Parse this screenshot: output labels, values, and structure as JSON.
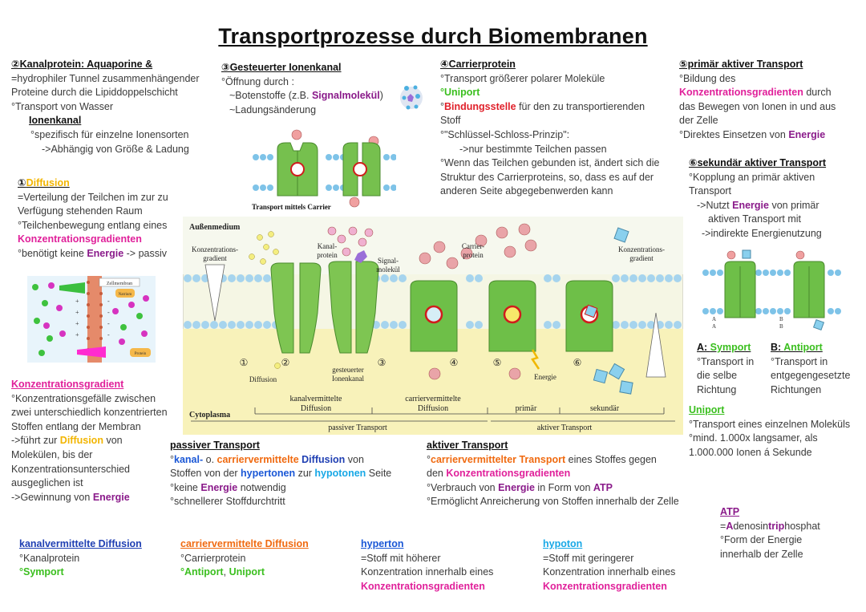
{
  "title": "Transportprozesse durch Biomembranen",
  "kanal": {
    "heading": "②Kanalprotein: Aquaporine &",
    "l1": "=hydrophiler Tunnel zusammenhängender",
    "l2": "Proteine durch die Lipiddoppelschicht",
    "l3": "°Transport von Wasser",
    "sub_heading": "Ionenkanal",
    "s1": "°spezifisch für einzelne Ionensorten",
    "s2": "->Abhängig von Größe & Ladung"
  },
  "ionenkanal": {
    "heading": "③Gesteuerter Ionenkanal",
    "l1": "°Öffnung durch :",
    "l2a": "~Botenstoffe (z.B. ",
    "l2b": "Signalmolekül",
    "l2c": ")",
    "l3": "~Ladungsänderung"
  },
  "carrier": {
    "heading": "④Carrierprotein",
    "l1": "°Transport größerer polarer Moleküle",
    "l2": "°Uniport",
    "l3a": "°",
    "l3b": "Bindungsstelle",
    "l3c": " für den zu transportierenden",
    "l4": "Stoff",
    "l5": "°\"Schlüssel-Schloss-Prinzip\":",
    "l6": "->nur bestimmte Teilchen passen",
    "l7": "°Wenn das Teilchen  gebunden ist, ändert sich die",
    "l8": "Struktur des Carrierproteins, so, dass es auf der",
    "l9": "anderen Seite abgegebenwerden kann"
  },
  "primaer": {
    "heading": "⑤primär aktiver Transport",
    "l1": "°Bildung des",
    "l2a": "Konzentrationsgradienten",
    "l2b": " durch",
    "l3": "das Bewegen von Ionen in und aus",
    "l4": "der Zelle",
    "l5a": "°Direktes Einsetzen von ",
    "l5b": "Energie"
  },
  "sekundaer": {
    "heading": "⑥sekundär aktiver Transport",
    "l1": "°Kopplung an primär aktiven",
    "l2": "Transport",
    "l3a": "->Nutzt ",
    "l3b": "Energie",
    "l3c": " von primär",
    "l4": "aktiven Transport mit",
    "l5": "->indirekte Energienutzung"
  },
  "diffusion": {
    "heading_num": "①",
    "heading": "Diffusion",
    "l1": "=Verteilung der Teilchen im zur zu",
    "l2": "Verfügung stehenden Raum",
    "l3": "°Teilchenbewegung entlang eines",
    "l4": "Konzentrationsgradienten",
    "l5a": "°benötigt keine ",
    "l5b": "Energie",
    "l5c": " -> passiv"
  },
  "small_diagram": {
    "caption": "Transport mittels Carrier",
    "zellmembran": "Zellmembran",
    "natrium": "Natrium",
    "protein": "Protein"
  },
  "main_diagram": {
    "aussenmedium": "Außenmedium",
    "cytoplasma": "Cytoplasma",
    "konz_left": [
      "Konzentrations-",
      "gradient"
    ],
    "konz_right": [
      "Konzentrations-",
      "gradient"
    ],
    "kanalprotein": [
      "Kanal-",
      "protein"
    ],
    "signal": [
      "Signal-",
      "molekül"
    ],
    "carrierprotein": [
      "Carrier-",
      "protein"
    ],
    "diffusion": "Diffusion",
    "gesteuerter": [
      "gesteuerter",
      "Ionenkanal"
    ],
    "energie": "Energie",
    "nums": [
      "①",
      "②",
      "③",
      "④",
      "⑤",
      "⑥"
    ],
    "kanalverm": [
      "kanalvermittelte",
      "Diffusion"
    ],
    "carrierverm": [
      "carriervermittelte",
      "Diffusion"
    ],
    "primaer": "primär",
    "sekundaer": "sekundär",
    "passiv": "passiver Transport",
    "aktiv": "aktiver Transport"
  },
  "sym_anti": {
    "labels_a": [
      "A",
      "A"
    ],
    "labels_b": [
      "B",
      "B"
    ],
    "sym_h1": "A: ",
    "sym_h2": "Symport",
    "sym_l1": "°Transport in",
    "sym_l2": "die selbe",
    "sym_l3": "Richtung",
    "anti_h1": "B: ",
    "anti_h2": "Antiport",
    "anti_l1": "°Transport in",
    "anti_l2": "entgegengesetzte",
    "anti_l3": "Richtungen"
  },
  "uniport": {
    "heading": "Uniport",
    "l1": "°Transport eines einzelnen Moleküls",
    "l2": "°mind. 1.000x langsamer, als",
    "l3": "1.000.000 Ionen á Sekunde"
  },
  "konz": {
    "heading": "Konzentrationsgradient",
    "l1": "°Konzentrationsgefälle zwischen",
    "l2": "zwei unterschiedlich konzentrierten",
    "l3": "Stoffen entlang der Membran",
    "l4a": "->führt zur ",
    "l4b": "Diffusion",
    "l4c": " von",
    "l5": "Molekülen, bis der",
    "l6": "Konzentrationsunterschied",
    "l7": "ausgeglichen ist",
    "l8a": "->Gewinnung von ",
    "l8b": "Energie"
  },
  "passiv": {
    "heading": "passiver Transport",
    "l1a": "°",
    "l1b": "kanal-",
    "l1c": " o. ",
    "l1d": "carriervermittelte",
    "l1e": " ",
    "l1f": "Diffusion",
    "l1g": " von",
    "l2a": "Stoffen von der ",
    "l2b": "hypertonen",
    "l2c": " zur ",
    "l2d": "hypotonen",
    "l2e": " Seite",
    "l3a": "°keine ",
    "l3b": "Energie",
    "l3c": " notwendig",
    "l4": "°schnellerer Stoffdurchtritt"
  },
  "aktiv": {
    "heading": "aktiver Transport",
    "l1a": "°",
    "l1b": "carriervermittelter Transport",
    "l1c": " eines Stoffes gegen",
    "l2a": "den ",
    "l2b": "Konzentrationsgradienten",
    "l3a": "°Verbrauch von ",
    "l3b": "Energie",
    "l3c": " in Form von ",
    "l3d": "ATP",
    "l4": "°Ermöglicht Anreicherung von Stoffen innerhalb der Zelle"
  },
  "atp": {
    "heading": "ATP",
    "l1a": "=",
    "l1b": "A",
    "l1c": "denosin",
    "l1d": "tri",
    "l1e": "p",
    "l1f": "hosphat",
    "l2": "°Form der Energie",
    "l3": "innerhalb der Zelle"
  },
  "footer": {
    "kanal_h": "kanalvermittelte Diffusion",
    "kanal_l1": "°Kanalprotein",
    "kanal_l2": "°Symport",
    "carrier_h": "carriervermittelte Diffusion",
    "carrier_l1": "°Carrierprotein",
    "carrier_l2a": "°Antiport",
    "carrier_l2b": ", ",
    "carrier_l2c": "Uniport",
    "hyper_h": "hyperton",
    "hyper_l1": "=Stoff mit höherer",
    "hyper_l2": "Konzentration innerhalb eines",
    "hyper_l3": "Konzentrationsgradienten",
    "hypo_h": "hypoton",
    "hypo_l1": "=Stoff mit geringerer",
    "hypo_l2": "Konzentration innerhalb eines",
    "hypo_l3": "Konzentrationsgradienten"
  },
  "colors": {
    "pink": "#e0209a",
    "yellow": "#f2b500",
    "purple": "#8a1a8a",
    "green": "#3bbf1f",
    "red": "#e0202a",
    "orange": "#f06a10",
    "blue": "#1a57d6",
    "cyan": "#18a8e6"
  }
}
